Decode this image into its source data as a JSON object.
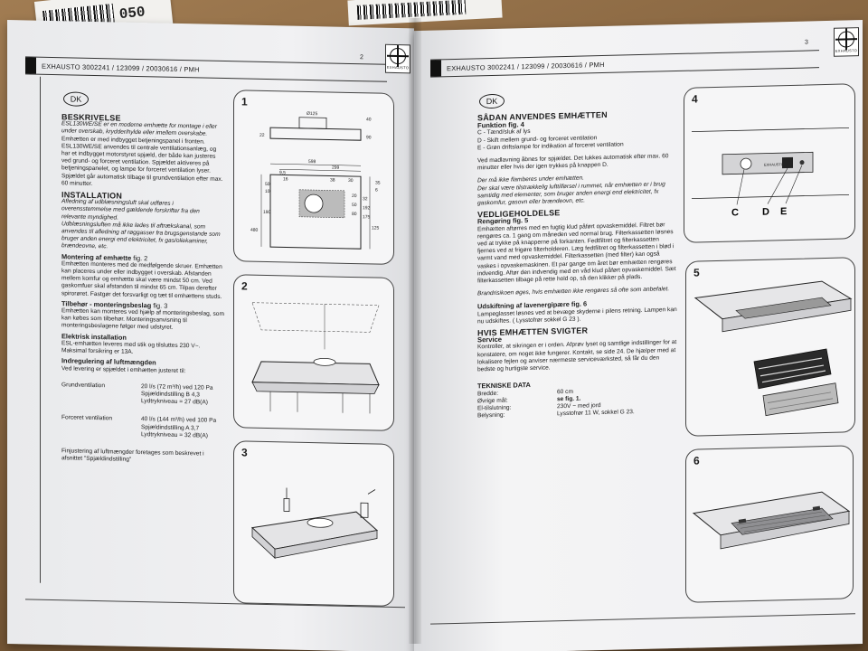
{
  "barcode_number": "050",
  "left_page": {
    "header_ref": "EXHAUSTO 3002241 / 123099 / 20030616 / PMH",
    "page_number": "2",
    "logo_text": "EXHAUSTO",
    "lang": "DK",
    "sections": {
      "beskrivelse_title": "BESKRIVELSE",
      "beskrivelse_intro": "ESL130WE/SE er en moderne emhætte for montage i eller under overskab, krydderihylde eller imellem overskabe.",
      "beskrivelse_body": "Emhætten er med indbygget betjeningspanel i fronten. ESL130WE/SE anvendes til centrale ventilationsanlæg, og har et indbygget motorstyret spjæld, der både kan justeres ved grund- og forceret ventilation. Spjældet aktiveres på betjeningspanelet, og lampe for forceret ventilation lyser. Spjældet går automatisk tilbage til grundventilation efter max. 60 minutter.",
      "installation_title": "INSTALLATION",
      "installation_intro": "Afledning af udblæsningsluft skal udføres i overensstemmelse med gældende forskrifter fra den relevante myndighed.",
      "installation_body": "Udblæsningsluften må ikke ledes til aftrækskanal, som anvendes til afledning af røggasser fra brugsgenstande som bruger anden energi end elektricitet, fx gas/oliekaminer, brændeovne, etc.",
      "montering_title": "Montering af emhætte",
      "montering_fig": "fig. 2",
      "montering_body": "Emhætten monteres med de medfølgende skruer. Emhætten kan placeres under eller indbygget i overskab. Afstanden mellem komfur og emhætte skal være mindst 50 cm. Ved gaskomfuer skal afstanden til mindst 65 cm. Tilpas derefter spirorøret. Fastgør det forsvarligt og tæt til emhættens studs.",
      "tilbehor_title": "Tilbehør - monteringsbeslag",
      "tilbehor_fig": "fig. 3",
      "tilbehor_body": "Emhætten kan monteres ved hjælp af monteringsbeslag, som kan købes som tilbehør. Monteringsanvisning til monteringsbeslagene følger med udstyret.",
      "elektrisk_title": "Elektrisk installation",
      "elektrisk_body": "ESL-emhætten leveres med stik og tilsluttes 230 V~. Maksimal forsikring er 13A.",
      "indregulering_title": "Indregulering af luftmængden",
      "indregulering_body": "Ved levering er spjældet i emhætten justeret til:",
      "grund_label": "Grundventilation",
      "grund_l1": "20 l/s (72 m³/h) ved 120 Pa",
      "grund_l2": "Spjældindstilling B 4,3",
      "grund_l3": "Lydtrykniveau = 27 dB(A)",
      "forceret_label": "Forceret ventilation",
      "forceret_l1": "40 l/s (144 m³/h) ved 100 Pa",
      "forceret_l2": "Spjældindstilling A 3,7",
      "forceret_l3": "Lydtrykniveau = 32 dB(A)",
      "finjustering": "Finjustering af luftmængder foretages som beskrevet i afsnittet \"Spjældindstilling\""
    },
    "fig1": {
      "num": "1",
      "dims": [
        "Ø125",
        "598",
        "299",
        "9,5",
        "16",
        "38",
        "30",
        "480",
        "190",
        "50",
        "10",
        "22",
        "40",
        "90",
        "125",
        "35",
        "6",
        "20",
        "50",
        "80",
        "32",
        "192",
        "175"
      ]
    },
    "fig2": {
      "num": "2"
    },
    "fig3": {
      "num": "3"
    }
  },
  "right_page": {
    "header_ref": "EXHAUSTO 3002241 / 123099 / 20030616 / PMH",
    "page_number": "3",
    "logo_text": "EXHAUSTO",
    "lang": "DK",
    "sections": {
      "sadan_title": "SÅDAN ANVENDES EMHÆTTEN",
      "funktion_title": "Funktion fig. 4",
      "func_c": "C - Tænd/sluk af lys",
      "func_d": "D - Skift mellem grund- og forceret ventilation",
      "func_e": "E - Grøn driftslampe for indikation af forceret ventilation",
      "madlavning": "Ved madlavning åbnes for spjældet. Det lukkes automatisk efter max. 60 minutter eller hvis der igen trykkes på knappen D.",
      "flambere": "Der må ikke flamberes under emhætten.",
      "luftfornyelse": "Der skal være tilstrækkelig lufttilførsel i rummet, når emhætten er i brug samtidig med elementer, som bruger anden energi end elektricitet, fx gaskomfur, gasovn eller brændeovn, etc.",
      "vedl_title": "VEDLIGEHOLDELSE",
      "rengoring_title": "Rengøring fig. 5",
      "rengoring_body": "Emhætten aftørres med en fugtig klud påført opvaskemiddel. Filtret bør rengøres ca. 1 gang om måneden ved normal brug. Filterkassetten løsnes ved at trykke på knapperne på forkanten. Fedtfiltret og filterkassetten fjernes ved at frigøre filterholderen. Læg fedtfiltret og filterkassetten i blød i varmt vand med opvaskemiddel. Filterkassetten (med filter) kan også vaskes i opvaskemaskinen. Et par gange om året bør emhætten rengøres indvendig. Aftør den indvendig med en våd klud påført opvaskemiddel. Sæt filterkassetten tilbage på rette hold op, så den klikker på plads.",
      "brand": "Brandrisikoen øges, hvis emhætten ikke rengøres så ofte som anbefalet.",
      "udskiftning_title": "Udskiftning af lavenergipære fig. 6",
      "udskiftning_body": "Lampeglasset løsnes ved at bevæge skyderne i pilens retning. Lampen kan nu udskiftes. ( Lysstofrør sokkel G 23 ).",
      "svigter_title": "HVIS EMHÆTTEN SVIGTER",
      "service_title": "Service",
      "service_body": "Kontroller, at sikringen er i orden. Afprøv lyset og samtlige indstillinger for at konstatere, om noget ikke fungerer. Kontakt, se side 24. De hjælper med at lokalisere fejlen og anviser nærmeste serviceværksted, så får du den bedste og hurtigste service.",
      "tekniske_title": "TEKNISKE DATA",
      "td_bredde_k": "Bredde:",
      "td_bredde_v": "60 cm",
      "td_ovrige_k": "Øvrige mål:",
      "td_ovrige_v": "se fig. 1.",
      "td_el_k": "El-tilslutning:",
      "td_el_v": "230V ~ med jord",
      "td_belys_k": "Belysning:",
      "td_belys_v": "Lysstofrør 11 W, sokkel G 23."
    },
    "fig4": {
      "num": "4",
      "labels": [
        "C",
        "D",
        "E"
      ],
      "panel_text": "EXHAUSTO"
    },
    "fig5": {
      "num": "5"
    },
    "fig6": {
      "num": "6"
    }
  }
}
